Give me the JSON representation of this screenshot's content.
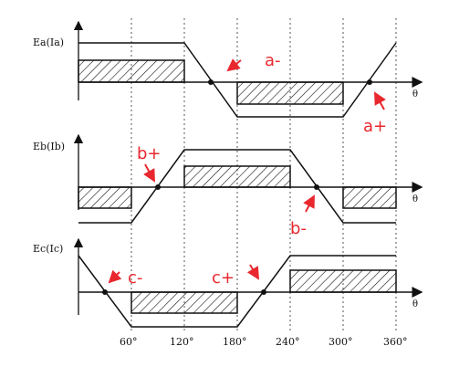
{
  "panels": [
    {
      "y_label": "Ea(Ia)",
      "x_label": "θ",
      "annotations": [
        "a-",
        "a+"
      ]
    },
    {
      "y_label": "Eb(Ib)",
      "x_label": "θ",
      "annotations": [
        "b+",
        "b-"
      ]
    },
    {
      "y_label": "Ec(Ic)",
      "x_label": "θ",
      "annotations": [
        "c-",
        "c+"
      ]
    }
  ],
  "x_ticks": [
    "60°",
    "120°",
    "180°",
    "240°",
    "300°",
    "360°"
  ],
  "colors": {
    "line": "#111111",
    "annotation": "#e8282e",
    "grid": "#555555"
  }
}
